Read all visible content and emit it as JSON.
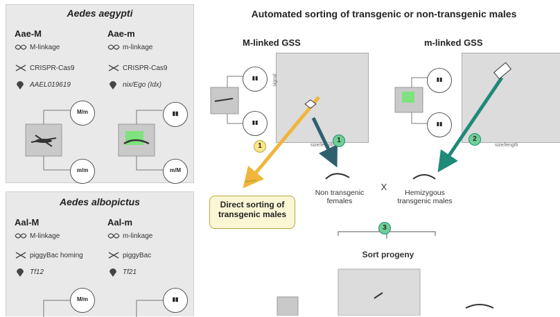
{
  "aegypti": {
    "title": "Aedes aegypti",
    "m_strain": "Aae-M",
    "f_strain": "Aae-m",
    "m_rows": [
      "M-linkage",
      "CRISPR-Cas9",
      "AAEL019619"
    ],
    "f_rows": [
      "m-linkage",
      "CRISPR-Cas9",
      "nix/Ego (Idx)"
    ],
    "chrom_top": "M/m",
    "chrom_bottom": "m/m",
    "chrom_m": "m/M"
  },
  "albopictus": {
    "title": "Aedes albopictus",
    "m_strain": "Aal-M",
    "f_strain": "Aal-m",
    "m_rows": [
      "M-linkage",
      "piggyBac homing",
      "Tf12"
    ],
    "f_rows": [
      "m-linkage",
      "piggyBac",
      "Tf21"
    ],
    "chrom_top": "M/m"
  },
  "main": {
    "title": "Automated sorting of transgenic or non-transgenic males",
    "left_sub": "M-linked GSS",
    "right_sub": "m-linked GSS",
    "step1": "1",
    "step2": "2",
    "step3": "3",
    "direct_sort": "Direct sorting of transgenic males",
    "nontransgenic": "Non transgenic females",
    "hemizygous": "Hemizygous transgenic males",
    "cross": "X",
    "sort_progeny": "Sort progeny",
    "axis_label": "size/length",
    "axis_y": "signal"
  },
  "colors": {
    "panel": "#e9e9e9",
    "green_arrow": "#1f8a78",
    "yellow_arrow": "#f0b53a",
    "green_step": "#6fcf97",
    "yellow_step": "#fde68a"
  }
}
